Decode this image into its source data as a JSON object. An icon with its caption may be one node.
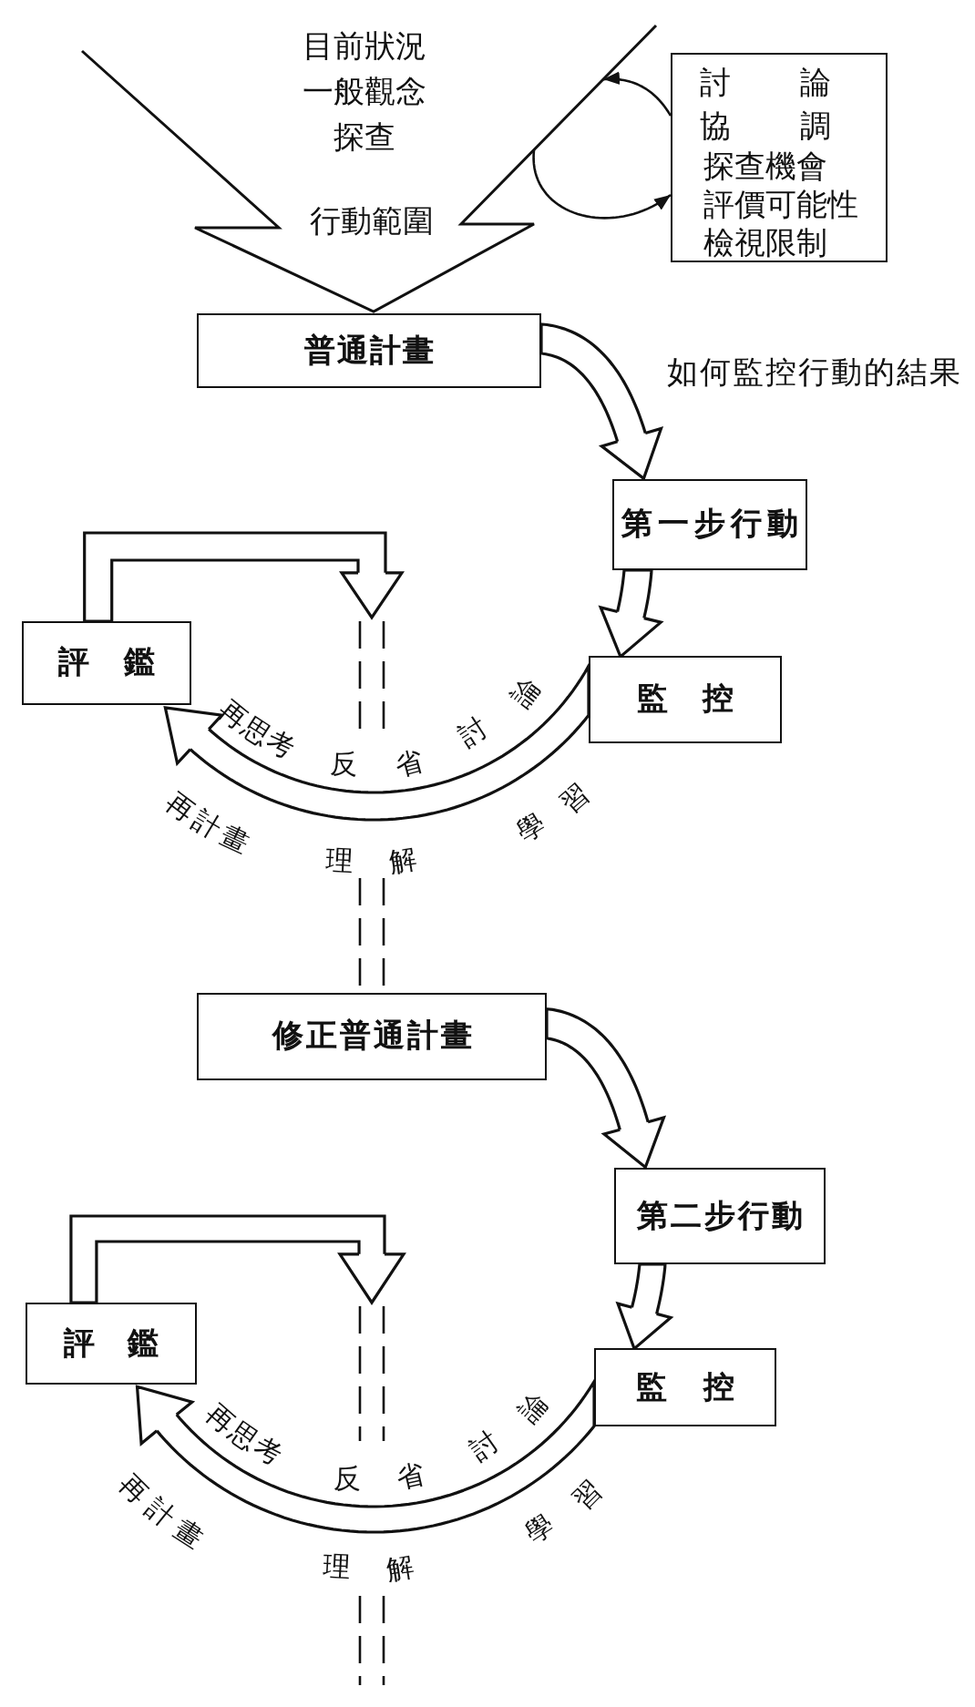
{
  "diagram": {
    "nodes": [
      {
        "text": [
          "目前狀況",
          "一般觀念",
          "探查",
          "行動範圍"
        ]
      },
      {
        "text": [
          "討論",
          "協調",
          "探查機會",
          "評價可能性",
          "檢視限制"
        ]
      },
      {
        "text": [
          "普通計畫"
        ]
      },
      {
        "text": [
          "第一步行動"
        ]
      },
      {
        "text": [
          "評鑑"
        ]
      },
      {
        "text": [
          "監控"
        ]
      },
      {
        "text": [
          "修正普通計畫"
        ]
      },
      {
        "text": [
          "第二步行動"
        ]
      },
      {
        "text": [
          "評鑑"
        ]
      },
      {
        "text": [
          "監控"
        ]
      }
    ],
    "edges": [
      {
        "from": 1,
        "to": 0,
        "arrow": "to"
      },
      {
        "from": 0,
        "to": 1,
        "arrow": "to"
      },
      {
        "from": 2,
        "to": 3,
        "arrow": "to"
      },
      {
        "from": 3,
        "to": 5,
        "arrow": "to"
      },
      {
        "from": 5,
        "to": 4,
        "arrow": "to"
      },
      {
        "from": 4,
        "to": null,
        "arrow": "to"
      },
      {
        "from": null,
        "to": 6,
        "arrow": "none",
        "style": "dashed"
      },
      {
        "from": 6,
        "to": 7,
        "arrow": "to"
      },
      {
        "from": 7,
        "to": 9,
        "arrow": "to"
      },
      {
        "from": 9,
        "to": 8,
        "arrow": "to"
      },
      {
        "from": 8,
        "to": null,
        "arrow": "to"
      }
    ],
    "labels": [
      "如何監控行動的結果",
      "再思考",
      "反省",
      "討論",
      "再計畫",
      "理解",
      "學習",
      "再思考",
      "反省",
      "討論",
      "再計畫",
      "理解",
      "學習"
    ]
  }
}
